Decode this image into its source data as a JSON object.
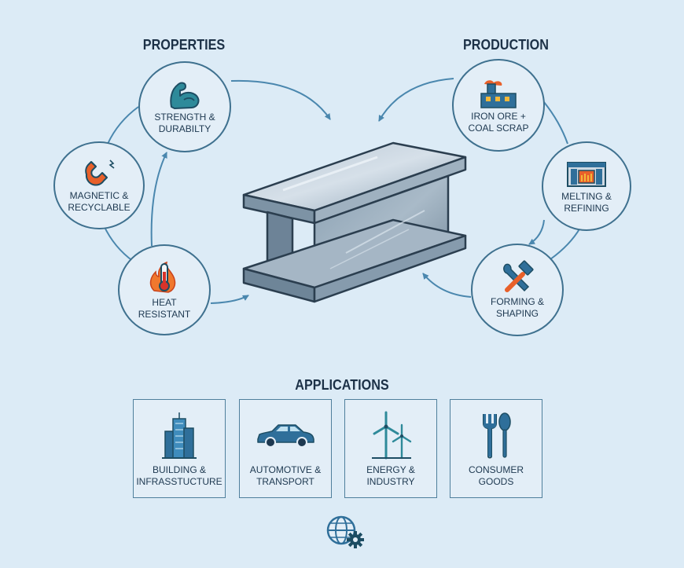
{
  "sections": {
    "properties": "PROPERTIES",
    "production": "PRODUCTION",
    "applications": "APPLICATIONS"
  },
  "properties": [
    {
      "id": "strength",
      "label": "STRENGTH &\nDURABILTY",
      "icon": "muscle-arm-icon"
    },
    {
      "id": "magnetic",
      "label": "MAGNETIC &\nRECYCLABLE",
      "icon": "magnet-icon"
    },
    {
      "id": "heat",
      "label": "HEAT\nRESISTANT",
      "icon": "thermometer-flame-icon"
    }
  ],
  "production": [
    {
      "id": "iron-ore",
      "label": "IRON ORE +\nCOAL SCRAP",
      "icon": "factory-icon"
    },
    {
      "id": "melting",
      "label": "MELTING &\nREFINING",
      "icon": "furnace-icon"
    },
    {
      "id": "forming",
      "label": "FORMING &\nSHAPING",
      "icon": "wrench-hammer-icon"
    }
  ],
  "applications": [
    {
      "id": "building",
      "label": "BUILDING &\nINFRASSTUCTURE",
      "icon": "skyscraper-icon"
    },
    {
      "id": "automotive",
      "label": "AUTOMOTIVE &\nTRANSPORT",
      "icon": "car-icon"
    },
    {
      "id": "energy",
      "label": "ENERGY &\nINDUSTRY",
      "icon": "wind-turbine-icon"
    },
    {
      "id": "consumer",
      "label": "CONSUMER\nGOODS",
      "icon": "fork-spoon-icon"
    }
  ],
  "footer_icon": "globe-gear-icon",
  "center_icon": "steel-i-beam-icon",
  "colors": {
    "background": "#dcebf6",
    "circle_stroke": "#3f718f",
    "arrow": "#4a87ae",
    "icon_blue": "#2f6f9a",
    "icon_teal": "#2e8a9a",
    "accent_orange": "#e8602a",
    "steel": "#6f8597"
  }
}
